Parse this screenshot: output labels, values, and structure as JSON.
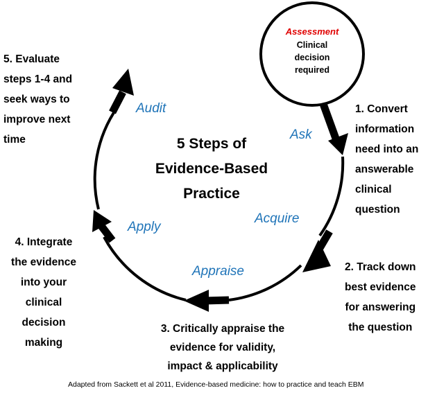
{
  "title": [
    "5 Steps of",
    "Evidence-Based",
    "Practice"
  ],
  "assessment": {
    "label": "Assessment",
    "lines": [
      "Clinical",
      "decision",
      "required"
    ]
  },
  "phases": {
    "ask": "Ask",
    "acquire": "Acquire",
    "appraise": "Appraise",
    "apply": "Apply",
    "audit": "Audit"
  },
  "steps": {
    "step1": [
      "1. Convert",
      "information",
      "need into an",
      "answerable",
      "clinical",
      "question"
    ],
    "step2": [
      "2. Track down",
      "best evidence",
      "for answering",
      "the question"
    ],
    "step3": [
      "3. Critically appraise the",
      "evidence for validity,",
      "impact & applicability"
    ],
    "step4": [
      "4. Integrate",
      "the evidence",
      "into your",
      "clinical",
      "decision",
      "making"
    ],
    "step5": [
      "5. Evaluate",
      "steps 1-4 and",
      "seek ways to",
      "improve next",
      "time"
    ]
  },
  "footer": "Adapted from Sackett et al 2011, Evidence-based medicine: how to practice and teach EBM",
  "colors": {
    "phase": "#1f74b8",
    "assessment": "#e00000",
    "stroke": "#000000"
  }
}
